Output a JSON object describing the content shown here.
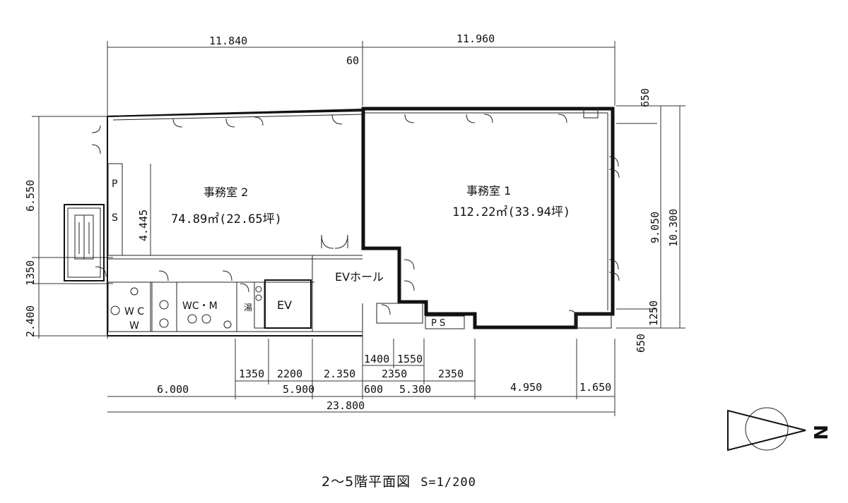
{
  "title": {
    "floor_label": "2～5階平面図",
    "scale": "S=1/200"
  },
  "rooms": {
    "office_2": {
      "name": "事務室 2",
      "area": "74.89㎡(22.65坪)"
    },
    "office_1": {
      "name": "事務室 1",
      "area": "112.22㎡(33.94坪)"
    },
    "ev_hall": "EVホール",
    "ev": "EV",
    "wc_m": "WC・M",
    "wc_w_top": "W C",
    "wc_w_bottom": "W",
    "ps_left": "P",
    "ps_left2": "S",
    "ps_bottom": "P S",
    "utility": "湯"
  },
  "dimensions": {
    "top": [
      "11.840",
      "11.960"
    ],
    "top_small": "60",
    "left": [
      "6.550",
      "1350",
      "2.400"
    ],
    "inner_left": "4.445",
    "right": [
      "650",
      "9.050",
      "10.300",
      "1250",
      "650"
    ],
    "bottom_row1": [
      "1400",
      "1550"
    ],
    "bottom_row2": [
      "1350",
      "2200",
      "2.350",
      "2350",
      "2350"
    ],
    "bottom_row3": [
      "6.000",
      "5.900",
      "600",
      "5.300",
      "4.950",
      "1.650"
    ],
    "bottom_total": "23.800"
  },
  "compass": {
    "north_label": "N"
  }
}
